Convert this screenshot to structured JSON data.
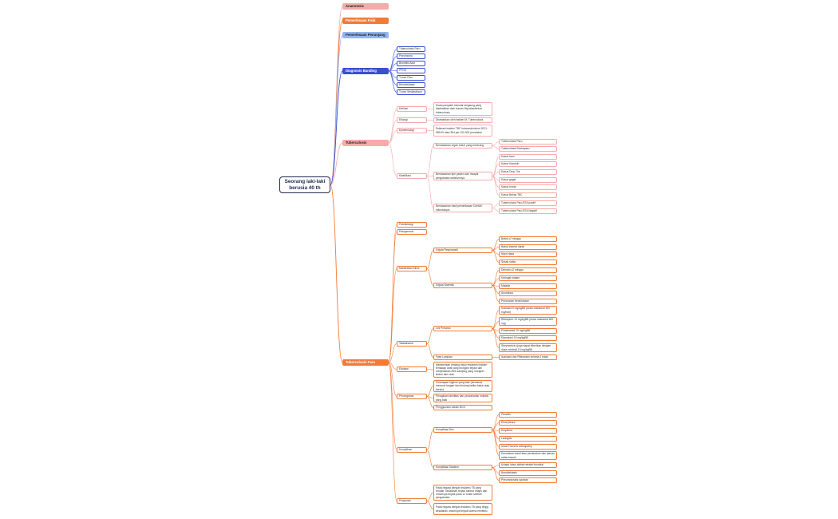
{
  "root": {
    "label": "Seorang laki-laki berusia 40 th"
  },
  "branches": [
    {
      "label": "Anamnesis",
      "color": "#f6aaa9"
    },
    {
      "label": "Pemeriksaan Fisik",
      "color": "#f47a35"
    },
    {
      "label": "Pemeriksaan Penunjang",
      "color": "#93b4ef"
    },
    {
      "label": "Diagnosis Banding",
      "color": "#3a4fd0",
      "children": [
        {
          "label": "Tuberculosis Paru"
        },
        {
          "label": "Pneumonia"
        },
        {
          "label": "Bronkitis Akut"
        },
        {
          "label": "PPOK"
        },
        {
          "label": "Tumor Paru"
        },
        {
          "label": "Bronkiektasis"
        },
        {
          "label": "Tumor Mediastinum"
        }
      ]
    },
    {
      "label": "Tuberculosis",
      "color": "#f6aaa9",
      "children": [
        {
          "label": "Definisi",
          "children": [
            {
              "label": "Suatu penyakit menular langsung yang disebabkan oleh kuman Mycobacterium tuberculosis"
            }
          ]
        },
        {
          "label": "Etiologi",
          "children": [
            {
              "label": "Disebabkan oleh bakteri M. Tuberculosis"
            }
          ]
        },
        {
          "label": "Epidemiologi",
          "children": [
            {
              "label": "Estimasi insiden TBC Indonesia tahun 2021: 969.00 atau 354 per 100.000 penduduk"
            }
          ]
        },
        {
          "label": "Klasifikasi",
          "children": [
            {
              "label": "Berdasarkan organ tubuh yang terserang",
              "children": [
                {
                  "label": "Tuberculosis Paru"
                },
                {
                  "label": "Tuberculosis Ekstraparu"
                }
              ]
            },
            {
              "label": "Berdasarkan tipe pasien dari riwayat pengobatan sebelumnya",
              "children": [
                {
                  "label": "Kasus baru"
                },
                {
                  "label": "Kasus Kambuh"
                },
                {
                  "label": "Kasus Drop Out"
                },
                {
                  "label": "Kasus gagal"
                },
                {
                  "label": "Kasus kronik"
                },
                {
                  "label": "Kasus Bekas TBC"
                }
              ]
            },
            {
              "label": "Berdasarkan hasil pemeriksaan DAHAK mikroskopis",
              "children": [
                {
                  "label": "Tuberculosis Paru BTA positif"
                },
                {
                  "label": "Tuberculosis Paru BTA Negatif"
                }
              ]
            }
          ]
        }
      ]
    },
    {
      "label": "Tuberculosis Paru",
      "color": "#f47a35",
      "children": [
        {
          "label": "Patofisiologi"
        },
        {
          "label": "Patogenesis"
        },
        {
          "label": "Manifestasi Klinis",
          "children": [
            {
              "label": "Gejala Respiratorik",
              "children": [
                {
                  "label": "Batuk ≥2 minggu"
                },
                {
                  "label": "Batuk disertai darah"
                },
                {
                  "label": "Nyeri dada"
                },
                {
                  "label": "Sesak nafas"
                }
              ]
            },
            {
              "label": "Gejala Sistemik",
              "children": [
                {
                  "label": "Demam ≥2 minggu"
                },
                {
                  "label": "Keringat malam"
                },
                {
                  "label": "Malaise"
                },
                {
                  "label": "Anoreksia"
                },
                {
                  "label": "Penurunan berat badan"
                }
              ]
            }
          ]
        },
        {
          "label": "Tatalaksana",
          "children": [
            {
              "label": "Lini Pertama",
              "children": [
                {
                  "label": "Isoniazid 5 mg/kgBB (dosis maksimal 300 mg/hari)"
                },
                {
                  "label": "Rifampicin 10 mg/kgBB (dosis maksimal 600 mg)"
                },
                {
                  "label": "Pirazinamid 25 mg/kgBB"
                },
                {
                  "label": "Etambutol 15 mg/kgBB"
                },
                {
                  "label": "Streptomicin (juga dapat diberikan dengan dosis minimal 15 mg/kgBB"
                }
              ]
            },
            {
              "label": "Fase Lanjutan",
              "children": [
                {
                  "label": "Isoniazid dan Rifampisin selama 4 bulan"
                }
              ]
            }
          ]
        },
        {
          "label": "Edukasi",
          "children": [
            {
              "label": "Memberikan tentang risiko resistensi bakteri terhadap obat yang mungkin terjadi dan menjelaskan efek samping yang mungkin timbul dari obat"
            }
          ]
        },
        {
          "label": "Pencegahan",
          "children": [
            {
              "label": "Penerapan higiene yang baik (termasuk mencuci tangan dan tindung ketika batuk atau bersin)"
            },
            {
              "label": "Penapisan identitas dan pencaharian individu yang baik"
            },
            {
              "label": "Penggunaan vaksin BCG"
            }
          ]
        },
        {
          "label": "Komplikasi",
          "children": [
            {
              "label": "Komplikasi Dini",
              "children": [
                {
                  "label": "Pleuritis"
                },
                {
                  "label": "Efusi pleura"
                },
                {
                  "label": "Empiema"
                },
                {
                  "label": "Laringitis"
                },
                {
                  "label": "Usus Poncet’s arthropathy"
                },
                {
                  "label": "Kerusakan masif atau perdarahan dan jaluran nafas bawah"
                }
              ]
            },
            {
              "label": "Komplikasi Stadium",
              "children": [
                {
                  "label": "Kolaps lobus akibat retraksi bronkial"
                },
                {
                  "label": "Bronkiektasis"
                },
                {
                  "label": "Pneumotoraks spontan"
                }
              ]
            }
          ]
        },
        {
          "label": "Prognosis",
          "children": [
            {
              "label": "Pada negara dengan insidens TB yang rendah, kesalahan terjadi karena relaps dan umumnya terjadi pada 12 bulan setelah pengobatan"
            },
            {
              "label": "Pada negara dengan insidens TB yang tinggi, kesalahan umumnya terjadi karena reinfeksi"
            }
          ]
        }
      ]
    }
  ]
}
